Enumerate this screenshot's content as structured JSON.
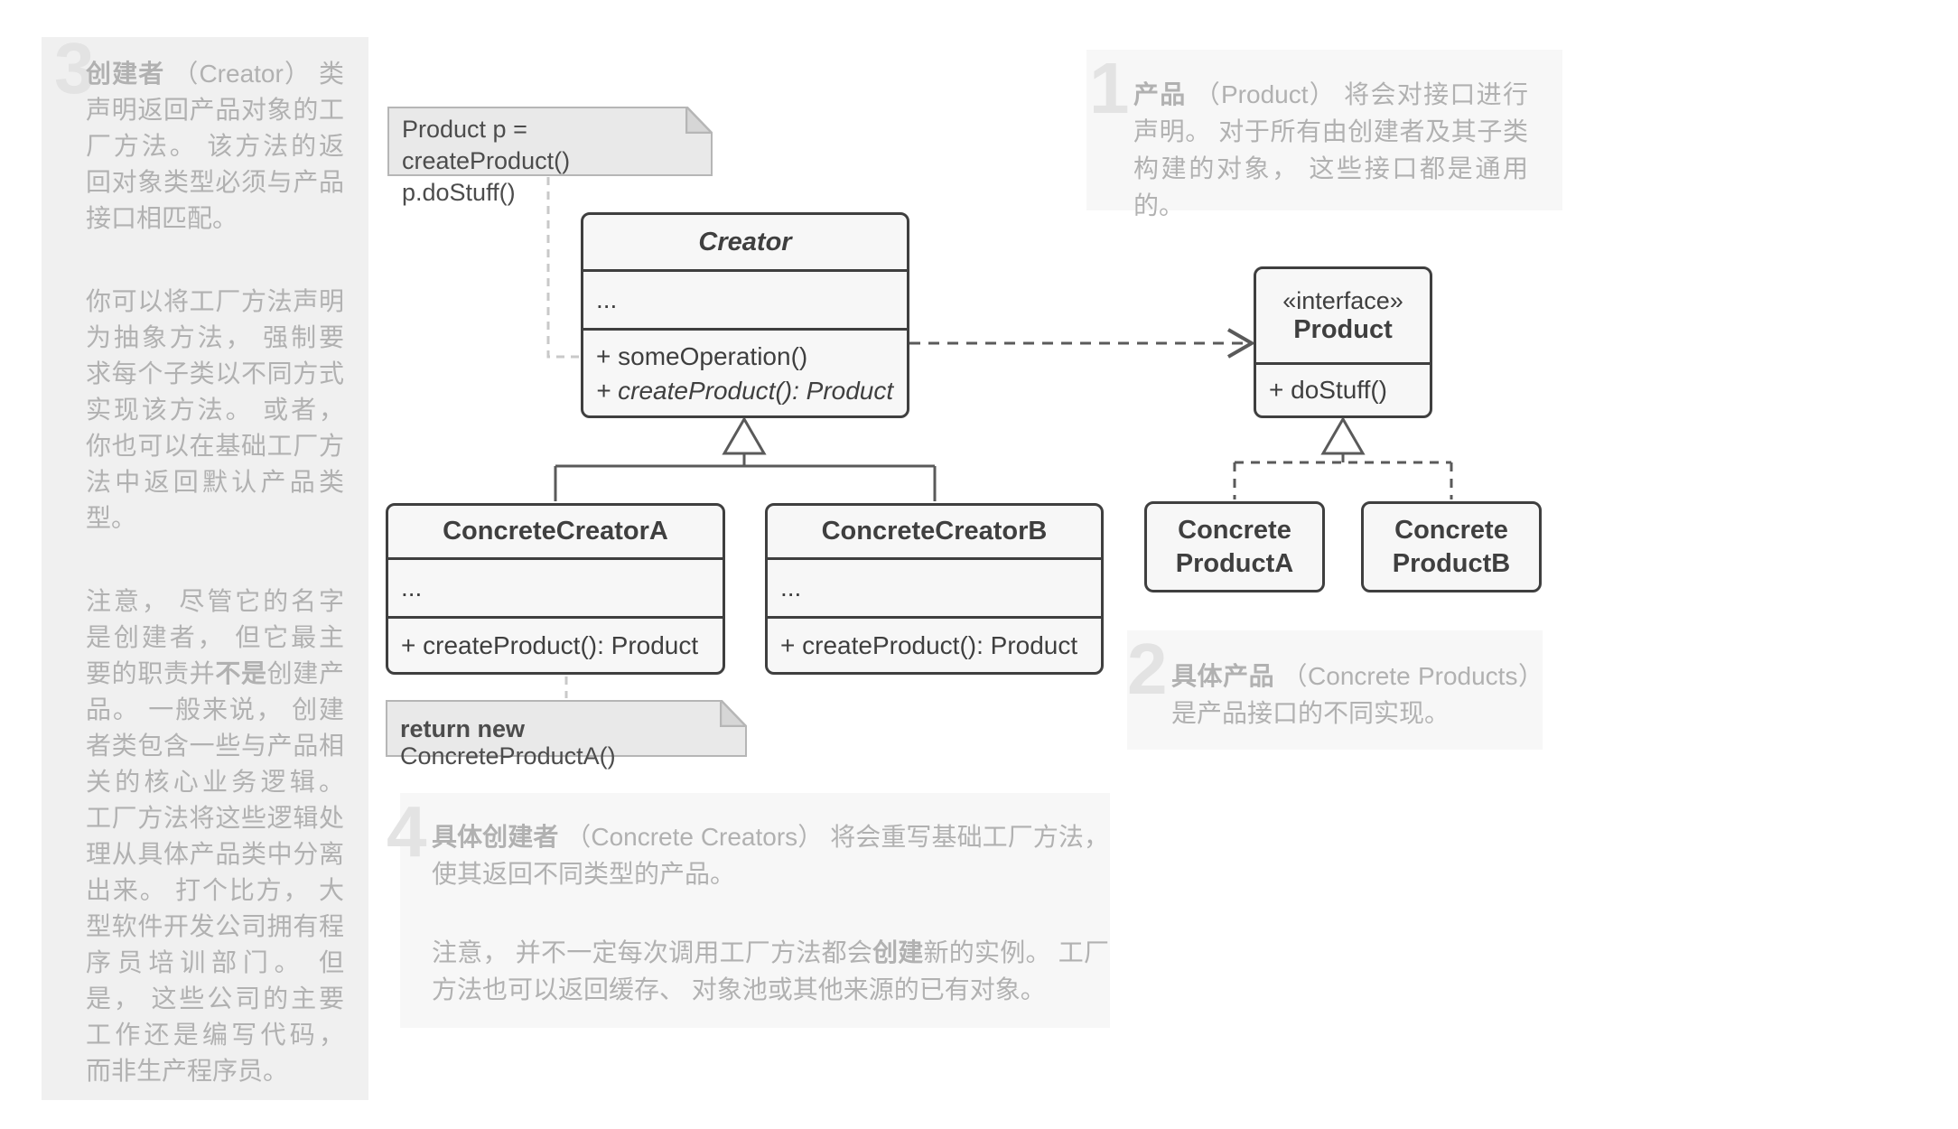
{
  "colors": {
    "page_bg": "#ffffff",
    "panel_grey": "#f0f0f0",
    "panel_light": "#f7f7f7",
    "annotation_text": "#b1b1b1",
    "big_number": "#e3e3e3",
    "box_border": "#3f3f3f",
    "box_fill": "#f7f7f7",
    "note_fill": "#e9e9e9",
    "note_border": "#b6b6b6",
    "note_text": "#4c4c4c",
    "connector_dark": "#5a5a5a",
    "connector_light": "#c9c9c9"
  },
  "uml": {
    "creator": {
      "title": "Creator",
      "attrs": "...",
      "method1": "+ someOperation()",
      "method2": "+ createProduct(): Product"
    },
    "concrete_creator_a": {
      "title": "ConcreteCreatorA",
      "attrs": "...",
      "method": "+ createProduct(): Product"
    },
    "concrete_creator_b": {
      "title": "ConcreteCreatorB",
      "attrs": "...",
      "method": "+ createProduct(): Product"
    },
    "product": {
      "stereotype": "«interface»",
      "title": "Product",
      "method": "+ doStuff()"
    },
    "concrete_product_a": {
      "line1": "Concrete",
      "line2": "ProductA"
    },
    "concrete_product_b": {
      "line1": "Concrete",
      "line2": "ProductB"
    }
  },
  "notes": {
    "client_code": {
      "line1": "Product p = createProduct()",
      "line2": "p.doStuff()"
    },
    "return_note": {
      "bold": "return new",
      "rest": " ConcreteProductA()"
    }
  },
  "annotations": {
    "a1": {
      "number": "1",
      "bold": "产品",
      "rest": " （Product） 将会对接口进行声明。 对于所有由创建者及其子类构建的对象， 这些接口都是通用的。"
    },
    "a2": {
      "number": "2",
      "bold": "具体产品",
      "rest": " （Concrete Products） 是产品接口的不同实现。"
    },
    "a3": {
      "number": "3",
      "p1_bold": "创建者",
      "p1_rest": " （Creator） 类声明返回产品对象的工厂方法。 该方法的返回对象类型必须与产品接口相匹配。",
      "p2": "你可以将工厂方法声明为抽象方法， 强制要求每个子类以不同方式实现该方法。 或者， 你也可以在基础工厂方法中返回默认产品类型。",
      "p3_pre": "注意， 尽管它的名字是创建者， 但它最主要的职责并",
      "p3_bold": "不是",
      "p3_post": "创建产品。 一般来说， 创建者类包含一些与产品相关的核心业务逻辑。 工厂方法将这些逻辑处理从具体产品类中分离出来。 打个比方， 大型软件开发公司拥有程序员培训部门。 但是， 这些公司的主要工作还是编写代码， 而非生产程序员。"
    },
    "a4": {
      "number": "4",
      "p1_bold": "具体创建者",
      "p1_rest": " （Concrete Creators） 将会重写基础工厂方法， 使其返回不同类型的产品。",
      "p2_pre": "注意， 并不一定每次调用工厂方法都会",
      "p2_bold": "创建",
      "p2_post": "新的实例。 工厂方法也可以返回缓存、 对象池或其他来源的已有对象。"
    }
  }
}
